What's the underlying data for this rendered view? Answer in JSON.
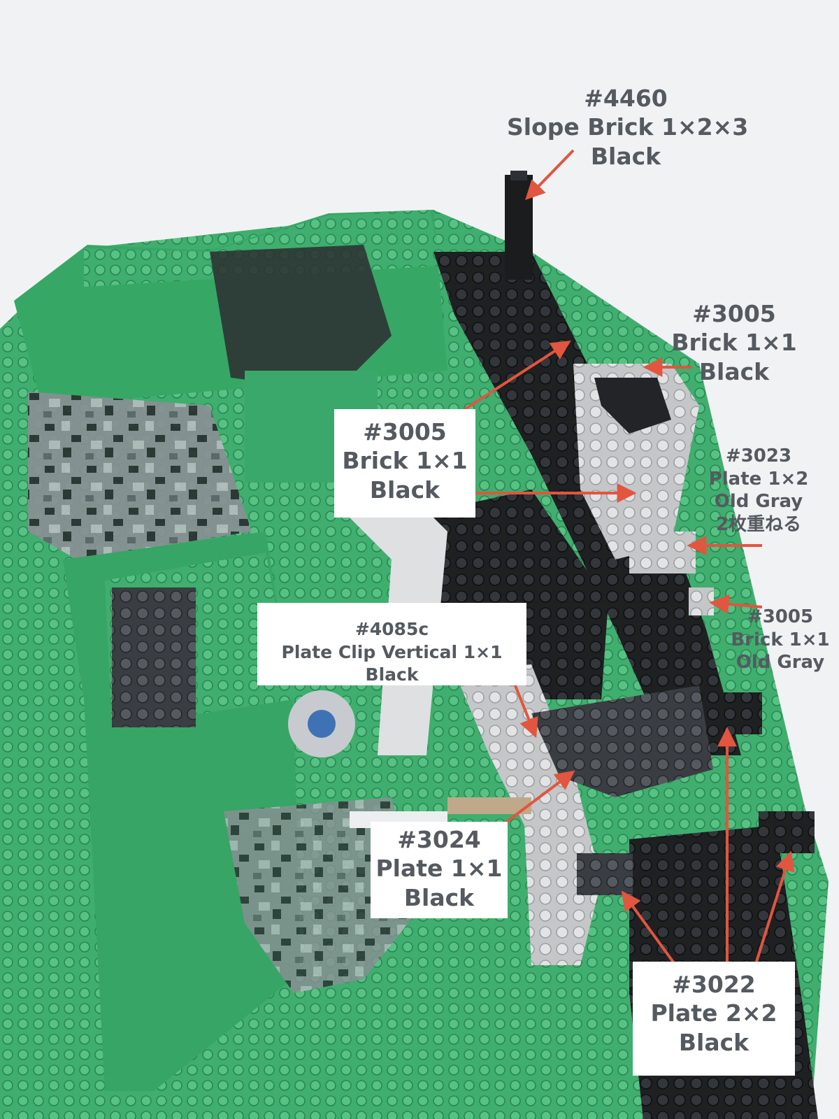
{
  "colors": {
    "background": "#f1f2f4",
    "baseplate_green": "#3fae6e",
    "black_brick": "#1e2022",
    "old_gray": "#c4c6c8",
    "camo_gray": "#7c8288",
    "arrow": "#e2553f",
    "label_text": "#555a60"
  },
  "labels": {
    "slope": {
      "part": "#4460",
      "name": "Slope  Brick 1×2×3",
      "color": "Black"
    },
    "brick_top": {
      "part": "#3005",
      "name": "Brick 1×1",
      "color": "Black"
    },
    "brick_box": {
      "part": "#3005",
      "name": "Brick 1×1",
      "color": "Black"
    },
    "plate_1x2": {
      "part": "#3023",
      "name": "Plate 1×2",
      "color": "Old Gray",
      "note": "2枚重ねる"
    },
    "brick_gray": {
      "part": "#3005",
      "name": "Brick 1×1",
      "color": "Old Gray"
    },
    "clip": {
      "part": "#4085c",
      "name": "Plate Clip  Vertical 1×1",
      "color": "Black"
    },
    "plate_1x1": {
      "part": "#3024",
      "name": "Plate 1×1",
      "color": "Black"
    },
    "plate_2x2": {
      "part": "#3022",
      "name": "Plate 2×2",
      "color": "Black"
    }
  }
}
